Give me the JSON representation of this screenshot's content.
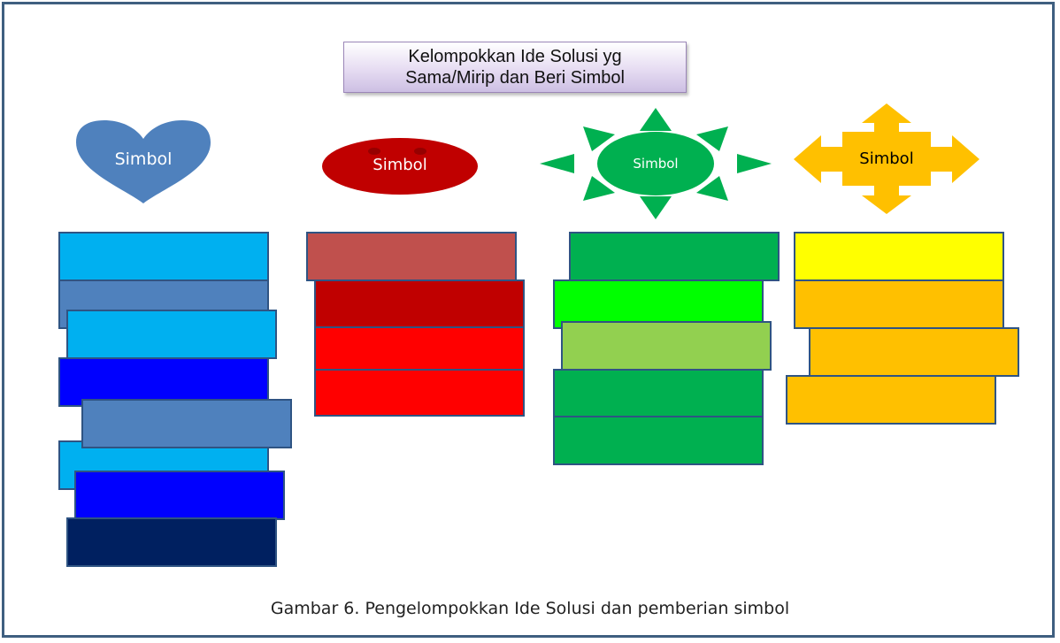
{
  "title": {
    "line1": "Kelompokkan Ide Solusi yg",
    "line2": "Sama/Mirip dan Beri Simbol"
  },
  "symbols": {
    "heart": {
      "shape": "heart",
      "label": "Simbol",
      "color": "#4f81bd",
      "text_color": "#ffffff"
    },
    "ellipse": {
      "shape": "ellipse",
      "label": "Simbol",
      "color": "#c00000",
      "text_color": "#ffffff"
    },
    "sun": {
      "shape": "sun",
      "label": "Simbol",
      "color": "#00b050",
      "text_color": "#ffffff"
    },
    "cross_arrow": {
      "shape": "four-way-arrow",
      "label": "Simbol",
      "color": "#ffc000",
      "text_color": "#000000"
    }
  },
  "groups": {
    "blue": [
      "#00b0f0",
      "#4f81bd",
      "#00b0f0",
      "#0000ff",
      "#00b0f0",
      "#4f81bd",
      "#0000ff",
      "#002060"
    ],
    "red": [
      "#c0504d",
      "#c00000",
      "#ff0000",
      "#ff0000"
    ],
    "green": [
      "#00b050",
      "#00ff00",
      "#92d050",
      "#00b050",
      "#00b050"
    ],
    "yellow": [
      "#ffff00",
      "#ffc000",
      "#ffc000",
      "#ffc000"
    ]
  },
  "caption": "Gambar 6. Pengelompokkan Ide Solusi dan pemberian simbol"
}
